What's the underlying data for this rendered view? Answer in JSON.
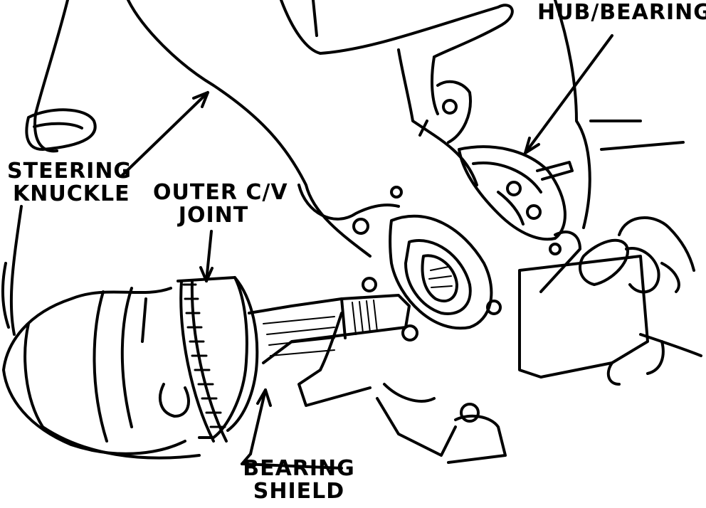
{
  "labels": {
    "steering_knuckle": [
      "STEERING",
      "KNUCKLE"
    ],
    "outer_cv_joint": [
      "OUTER C/V",
      "JOINT"
    ],
    "hub_bearing": "HUB/BEARING",
    "bearing_shield": [
      "BEARING",
      "SHIELD"
    ]
  },
  "colors": {
    "ink": "#000000",
    "paper": "#ffffff"
  }
}
